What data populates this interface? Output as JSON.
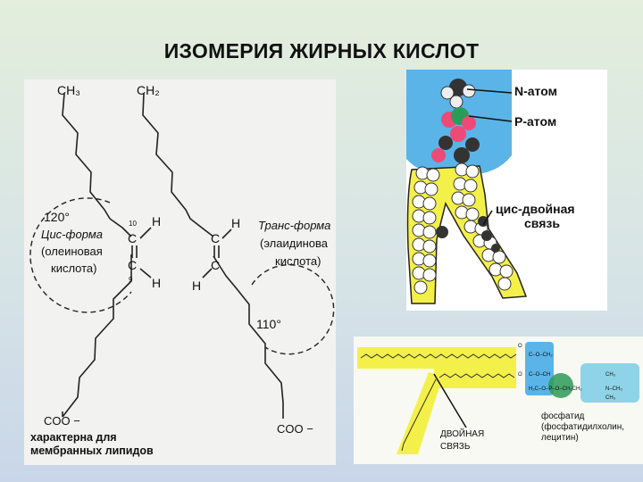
{
  "slide": {
    "title": "ИЗОМЕРИЯ ЖИРНЫХ КИСЛОТ"
  },
  "left_panel": {
    "ch3_left": "CH₃",
    "ch3_right": "CH₂",
    "angle_cis": "120°",
    "cis_form_line1": "Цис-форма",
    "cis_form_line2": "(олеиновая",
    "cis_form_line3": "кислота)",
    "trans_form_line1": "Транс-форма",
    "trans_form_line2": "(элаидинова",
    "trans_form_line3": "кислота)",
    "angle_trans": "110°",
    "carbon_10": "10",
    "carbon_9": "9",
    "atom_c": "C",
    "atom_h": "H",
    "coo_left": "COO −",
    "coo_right": "COO −",
    "caption_line1": "характерна для",
    "caption_line2": "мембранных липидов"
  },
  "membrane_panel": {
    "n_atom": "N-атом",
    "p_atom": "P-атом",
    "cis_bond_line1": "цис-двойная",
    "cis_bond_line2": "связь"
  },
  "phosphatide_panel": {
    "double_bond_line1": "ДВОЙНАЯ",
    "double_bond_line2": "СВЯЗЬ",
    "phosphatide_line1": "фосфатид",
    "phosphatide_line2": "(фосфатидилхолин,",
    "phosphatide_line3": "лецитин)"
  },
  "colors": {
    "head_blue": "#5ab4e8",
    "tail_yellow": "#f4f04a",
    "p_green": "#2e9a5a",
    "pink": "#ee4a78"
  }
}
